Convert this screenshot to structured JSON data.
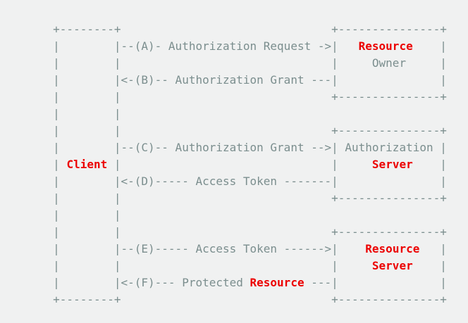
{
  "colors": {
    "background": "#f0f1f1",
    "text": "#7b8e8e",
    "highlight": "#ec0000"
  },
  "diagram": {
    "entities": {
      "left_box": "Client",
      "right_boxes": [
        "Resource Owner",
        "Authorization Server",
        "Resource Server"
      ]
    },
    "flows": [
      {
        "step": "A",
        "label": "Authorization Request",
        "direction": "right"
      },
      {
        "step": "B",
        "label": "Authorization Grant",
        "direction": "left"
      },
      {
        "step": "C",
        "label": "Authorization Grant",
        "direction": "right"
      },
      {
        "step": "D",
        "label": "Access Token",
        "direction": "left"
      },
      {
        "step": "E",
        "label": "Access Token",
        "direction": "right"
      },
      {
        "step": "F",
        "label": "Protected Resource",
        "direction": "left"
      }
    ],
    "highlighted_terms": [
      "Client",
      "Resource",
      "Server"
    ],
    "lines": [
      [
        {
          "t": "     +--------+                               +---------------+"
        }
      ],
      [
        {
          "t": "     |        |--(A)- Authorization Request ->|   "
        },
        {
          "t": "Resource",
          "hl": true
        },
        {
          "t": "    |"
        }
      ],
      [
        {
          "t": "     |        |                               |     Owner     |"
        }
      ],
      [
        {
          "t": "     |        |<-(B)-- Authorization Grant ---|               |"
        }
      ],
      [
        {
          "t": "     |        |                               +---------------+"
        }
      ],
      [
        {
          "t": "     |        |"
        }
      ],
      [
        {
          "t": "     |        |                               +---------------+"
        }
      ],
      [
        {
          "t": "     |        |--(C)-- Authorization Grant -->| Authorization |"
        }
      ],
      [
        {
          "t": "     | "
        },
        {
          "t": "Client",
          "hl": true
        },
        {
          "t": " |                               |     "
        },
        {
          "t": "Server",
          "hl": true
        },
        {
          "t": "    |"
        }
      ],
      [
        {
          "t": "     |        |<-(D)----- Access Token -------|               |"
        }
      ],
      [
        {
          "t": "     |        |                               +---------------+"
        }
      ],
      [
        {
          "t": "     |        |"
        }
      ],
      [
        {
          "t": "     |        |                               +---------------+"
        }
      ],
      [
        {
          "t": "     |        |--(E)----- Access Token ------>|    "
        },
        {
          "t": "Resource",
          "hl": true
        },
        {
          "t": "   |"
        }
      ],
      [
        {
          "t": "     |        |                               |     "
        },
        {
          "t": "Server",
          "hl": true
        },
        {
          "t": "    |"
        }
      ],
      [
        {
          "t": "     |        |<-(F)--- Protected "
        },
        {
          "t": "Resource",
          "hl": true
        },
        {
          "t": " ---|               |"
        }
      ],
      [
        {
          "t": "     +--------+                               +---------------+"
        }
      ]
    ]
  }
}
